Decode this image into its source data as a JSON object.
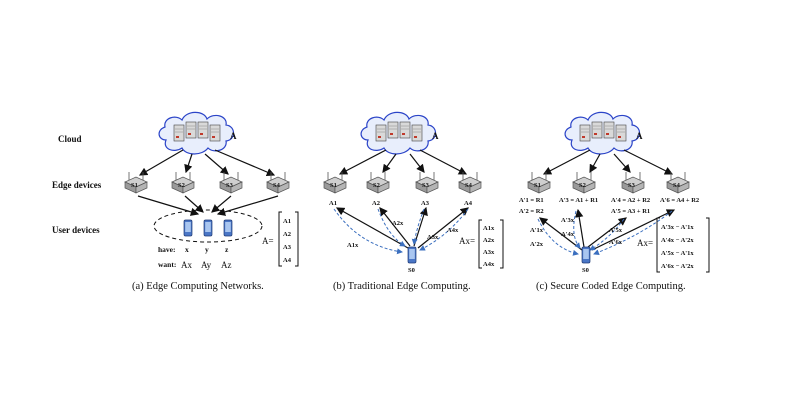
{
  "row_labels": {
    "cloud": "Cloud",
    "edge": "Edge devices",
    "user": "User devices"
  },
  "panel_a": {
    "caption": "(a) Edge Computing Networks.",
    "cloud_label": "A",
    "servers": [
      "S1",
      "S2",
      "S3",
      "S4"
    ],
    "user_names": [
      "x",
      "y",
      "z"
    ],
    "have_label": "have:",
    "want_label": "want:",
    "want_items": [
      "Ax",
      "Ay",
      "Az"
    ],
    "matrix_lhs": "A=",
    "matrix_rows": [
      "A1",
      "A2",
      "A3",
      "A4"
    ]
  },
  "panel_b": {
    "caption": "(b) Traditional Edge Computing.",
    "cloud_label": "A",
    "servers": [
      "S1",
      "S2",
      "S3",
      "S4"
    ],
    "server_data": [
      "A1",
      "A2",
      "A3",
      "A4"
    ],
    "returns": [
      "A1x",
      "A2x",
      "A3x",
      "A4x"
    ],
    "user": "S0",
    "result_lhs": "Ax=",
    "result_rows": [
      "A1x",
      "A2x",
      "A3x",
      "A4x"
    ]
  },
  "panel_c": {
    "caption": "(c) Secure Coded Edge Computing.",
    "cloud_label": "A",
    "servers": [
      "S1",
      "S2",
      "S3",
      "S4"
    ],
    "server_data": [
      "A'1 = R1",
      "A'2 = R2",
      "A'3 = A1 + R1",
      "A'4 = A2 + R2",
      "A'5 = A3 + R1",
      "A'6 = A4 + R2"
    ],
    "returns": [
      "A'1x",
      "A'2x",
      "A'3x",
      "A'4x",
      "A'5x",
      "A'6x"
    ],
    "user": "S0",
    "result_lhs": "Ax=",
    "result_rows": [
      "A'3x − A'1x",
      "A'4x − A'2x",
      "A'5x − A'1x",
      "A'6x − A'2x"
    ]
  }
}
